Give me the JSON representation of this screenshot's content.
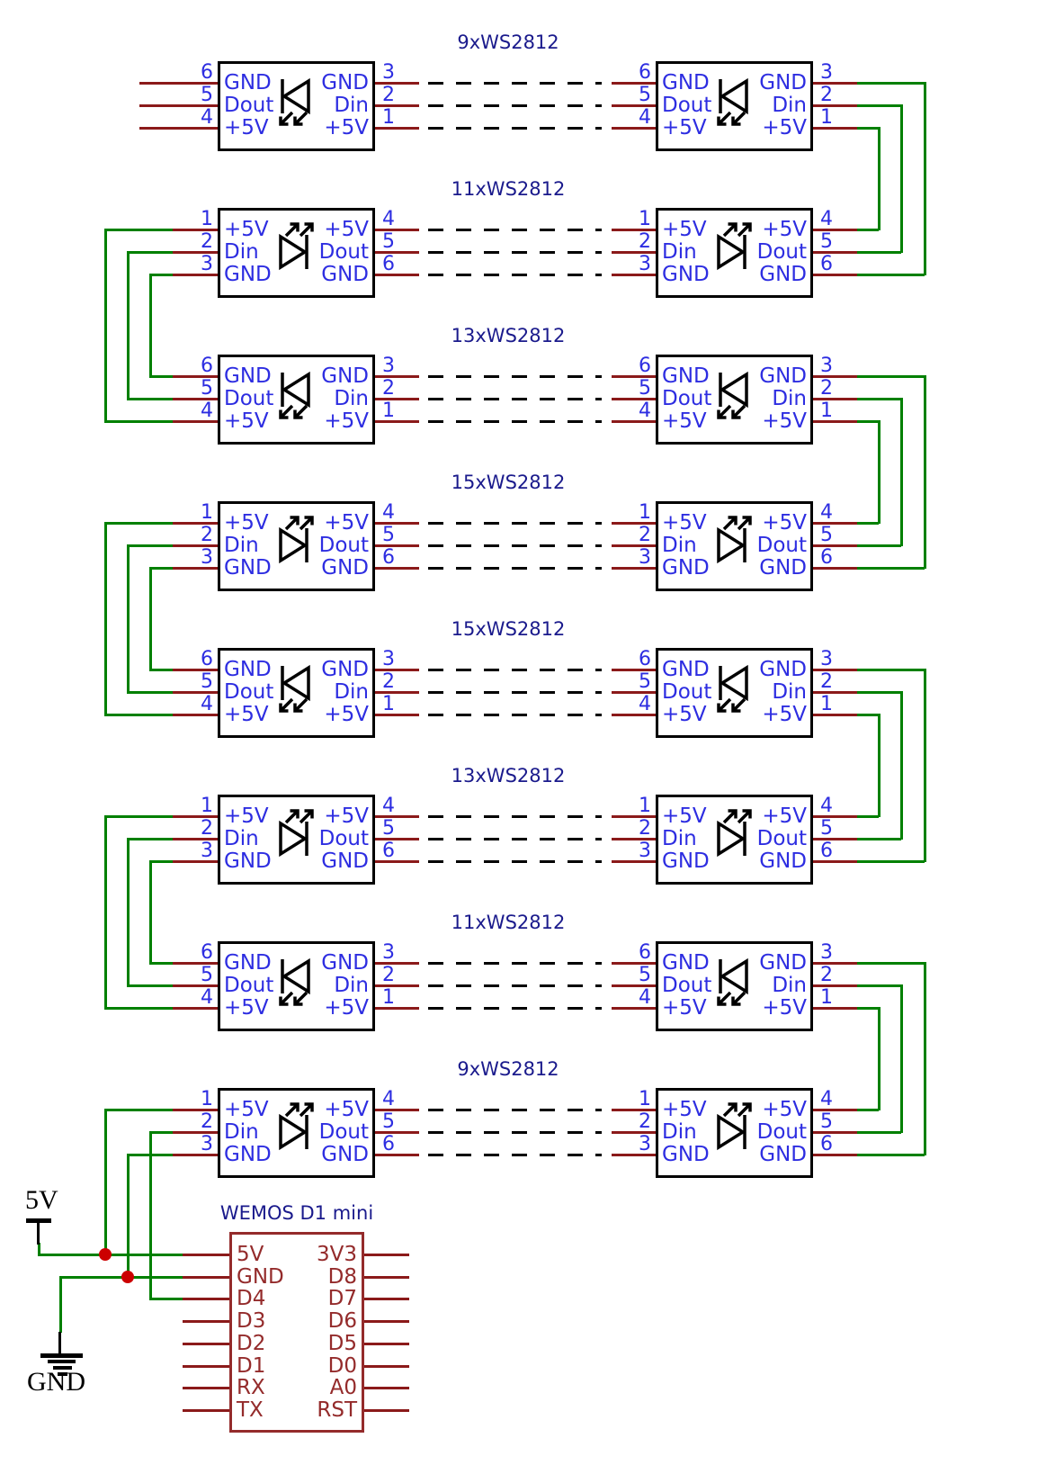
{
  "colors": {
    "background": "#ffffff",
    "wire_green": "#008000",
    "stub_maroon": "#8b1a1a",
    "label_blue": "#2d2de1",
    "title_navy": "#1a1a8c",
    "wemos_red": "#942b2b",
    "junction_red": "#cc0000",
    "symbol_black": "#000000"
  },
  "strips": {
    "rows": [
      {
        "title": "9xWS2812",
        "type": "A"
      },
      {
        "title": "11xWS2812",
        "type": "B"
      },
      {
        "title": "13xWS2812",
        "type": "A"
      },
      {
        "title": "15xWS2812",
        "type": "B"
      },
      {
        "title": "15xWS2812",
        "type": "A"
      },
      {
        "title": "13xWS2812",
        "type": "B"
      },
      {
        "title": "11xWS2812",
        "type": "A"
      },
      {
        "title": "9xWS2812",
        "type": "B"
      }
    ],
    "pin_layouts": {
      "A": {
        "left": [
          {
            "num": "6",
            "label": "GND"
          },
          {
            "num": "5",
            "label": "Dout"
          },
          {
            "num": "4",
            "label": "+5V"
          }
        ],
        "right": [
          {
            "num": "3",
            "label": "GND"
          },
          {
            "num": "2",
            "label": "Din"
          },
          {
            "num": "1",
            "label": "+5V"
          }
        ]
      },
      "B": {
        "left": [
          {
            "num": "1",
            "label": "+5V"
          },
          {
            "num": "2",
            "label": "Din"
          },
          {
            "num": "3",
            "label": "GND"
          }
        ],
        "right": [
          {
            "num": "4",
            "label": "+5V"
          },
          {
            "num": "5",
            "label": "Dout"
          },
          {
            "num": "6",
            "label": "GND"
          }
        ]
      }
    }
  },
  "wemos": {
    "title": "WEMOS D1 mini",
    "left_pins": [
      "5V",
      "GND",
      "D4",
      "D3",
      "D2",
      "D1",
      "RX",
      "TX"
    ],
    "right_pins": [
      "3V3",
      "D8",
      "D7",
      "D6",
      "D5",
      "D0",
      "A0",
      "RST"
    ]
  },
  "power": {
    "rail_label": "5V",
    "ground_label": "GND"
  }
}
